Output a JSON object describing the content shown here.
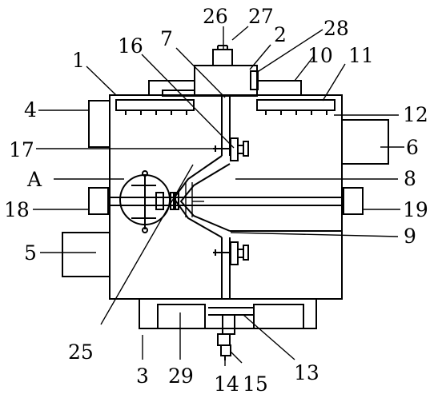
{
  "labels": {
    "n1": "1",
    "n2": "2",
    "n3": "3",
    "n4": "4",
    "n5": "5",
    "n6": "6",
    "n7": "7",
    "n8": "8",
    "n9": "9",
    "n10": "10",
    "n11": "11",
    "n12": "12",
    "n13": "13",
    "n14": "14",
    "n15": "15",
    "n16": "16",
    "n17": "17",
    "n18": "18",
    "n19": "19",
    "n25": "25",
    "n26": "26",
    "n27": "27",
    "n28": "28",
    "n29": "29",
    "nA": "A"
  }
}
